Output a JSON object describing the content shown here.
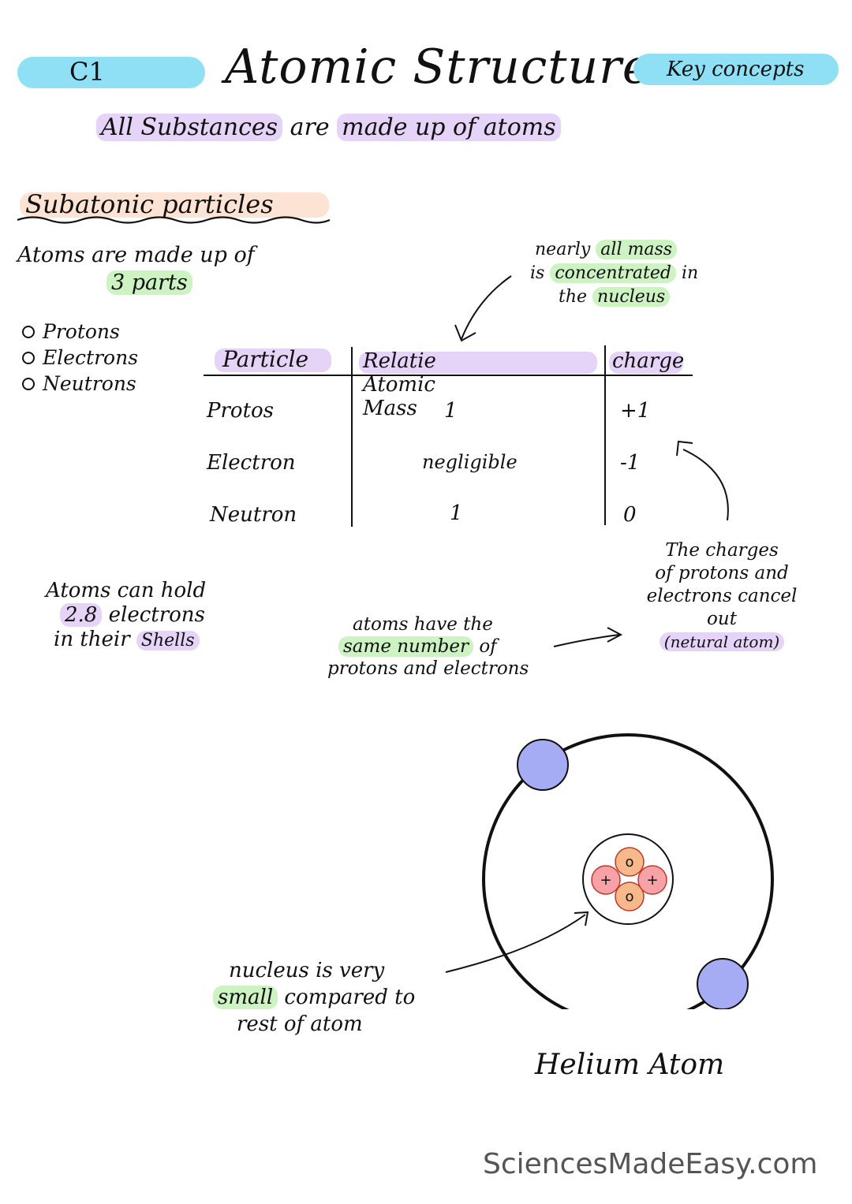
{
  "header": {
    "left_badge": "C1",
    "title": "Atomic Structure",
    "right_badge": "Key concepts"
  },
  "subtitle": {
    "part1": "All Substances",
    "part2": "are",
    "part3": "made up of atoms"
  },
  "section": {
    "heading": "Subatonic particles"
  },
  "intro": {
    "line1": "Atoms are made up of",
    "line2": "3 parts"
  },
  "bullets": [
    "Protons",
    "Electrons",
    "Neutrons"
  ],
  "note_mass": {
    "line1_a": "nearly",
    "line1_b": "all mass",
    "line2_a": "is",
    "line2_b": "concentrated",
    "line2_c": "in",
    "line3_a": "the",
    "line3_b": "nucleus"
  },
  "table": {
    "headers": [
      "Particle",
      "Relatie Atomic Mass",
      "charge"
    ],
    "rows": [
      {
        "particle": "Protos",
        "mass": "1",
        "charge": "+1"
      },
      {
        "particle": "Electron",
        "mass": "negligible",
        "charge": "-1"
      },
      {
        "particle": "Neutron",
        "mass": "1",
        "charge": "0"
      }
    ]
  },
  "shells_note": {
    "line1": "Atoms can hold",
    "line2_a": "2.8",
    "line2_b": "electrons",
    "line3_a": "in their",
    "line3_b": "Shells"
  },
  "same_number_note": {
    "line1": "atoms have the",
    "line2_a": "same number",
    "line2_b": "of",
    "line3": "protons and electrons"
  },
  "charges_note": {
    "line1": "The charges",
    "line2": "of protons and",
    "line3": "electrons cancel",
    "line4": "out",
    "line5": "(netural atom)"
  },
  "diagram": {
    "proton_symbol": "+",
    "neutron_symbol": "o",
    "caption": "Helium Atom",
    "note_line1": "nucleus is very",
    "note_line2_a": "small",
    "note_line2_b": "compared to",
    "note_line3": "rest of atom",
    "colors": {
      "electron": "#a6acf3",
      "proton": "#f6a2a6",
      "neutron": "#f8b98a",
      "header_pill": "#8fe0f5"
    }
  },
  "footer": {
    "brand": "SciencesMadeEasy.com"
  }
}
